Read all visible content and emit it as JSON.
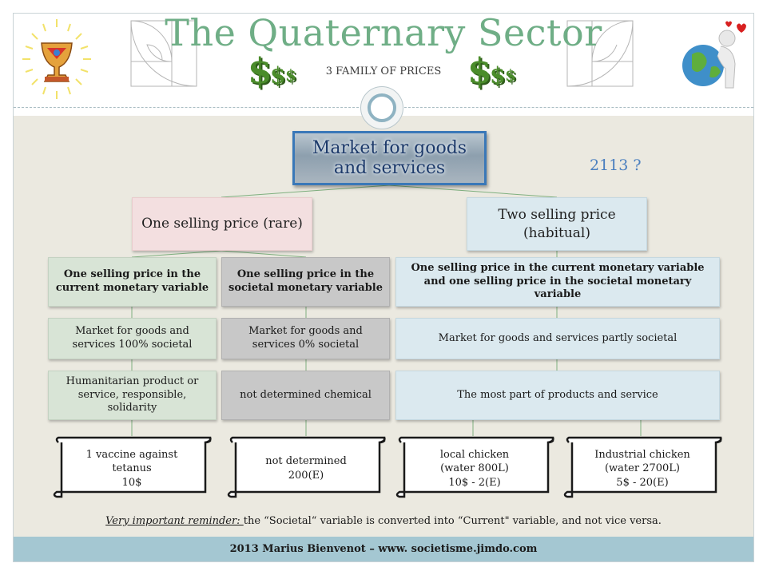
{
  "header": {
    "title": "The Quaternary Sector",
    "subtitle": "3 FAMILY OF PRICES"
  },
  "top_node": {
    "label": "Market for goods and services"
  },
  "year_note": "2113 ?",
  "level1": [
    {
      "label": "One selling price (rare)"
    },
    {
      "label": "Two selling price (habitual)"
    }
  ],
  "level2": [
    {
      "label": "One selling price in the current monetary variable"
    },
    {
      "label": "One selling price in the societal monetary variable"
    },
    {
      "label": "One selling price in the current monetary variable and one selling price in the societal monetary variable"
    }
  ],
  "level3": [
    {
      "label": "Market for goods and services 100% societal"
    },
    {
      "label": "Market for goods and services 0% societal"
    },
    {
      "label": "Market for goods and services partly societal"
    }
  ],
  "level4": [
    {
      "label": "Humanitarian product or service, responsible, solidarity"
    },
    {
      "label": "not determined chemical"
    },
    {
      "label": "The most part of products and service"
    }
  ],
  "examples": [
    {
      "line1": "1 vaccine against",
      "line2": "tetanus",
      "line3": "10$"
    },
    {
      "line1": "not determined",
      "line2": "200(E)",
      "line3": ""
    },
    {
      "line1": "local chicken",
      "line2": "(water 800L)",
      "line3": "10$ - 2(E)"
    },
    {
      "line1": "Industrial chicken",
      "line2": "(water 2700L)",
      "line3": "5$ - 20(E)"
    }
  ],
  "reminder": {
    "lead": "Very important reminder: ",
    "text": "the “Societal“ variable is converted into “Current\" variable, and not vice versa."
  },
  "footer": {
    "text": "2013 Marius Bienvenot – www. societisme.jimdo.com"
  },
  "colors": {
    "title_green": "#6fae86",
    "top_node_border": "#3a78b8",
    "pink_box": "#f3dfe0",
    "blue_box": "#dbe9ef",
    "green_box": "#d8e4d6",
    "grey_box": "#c8c8c8",
    "footer_bar": "#a4c7d2",
    "year_blue": "#4a7fbf"
  },
  "icons": [
    "chalice-icon",
    "spiral-icon",
    "dollar-icon",
    "globe-hug-icon"
  ]
}
